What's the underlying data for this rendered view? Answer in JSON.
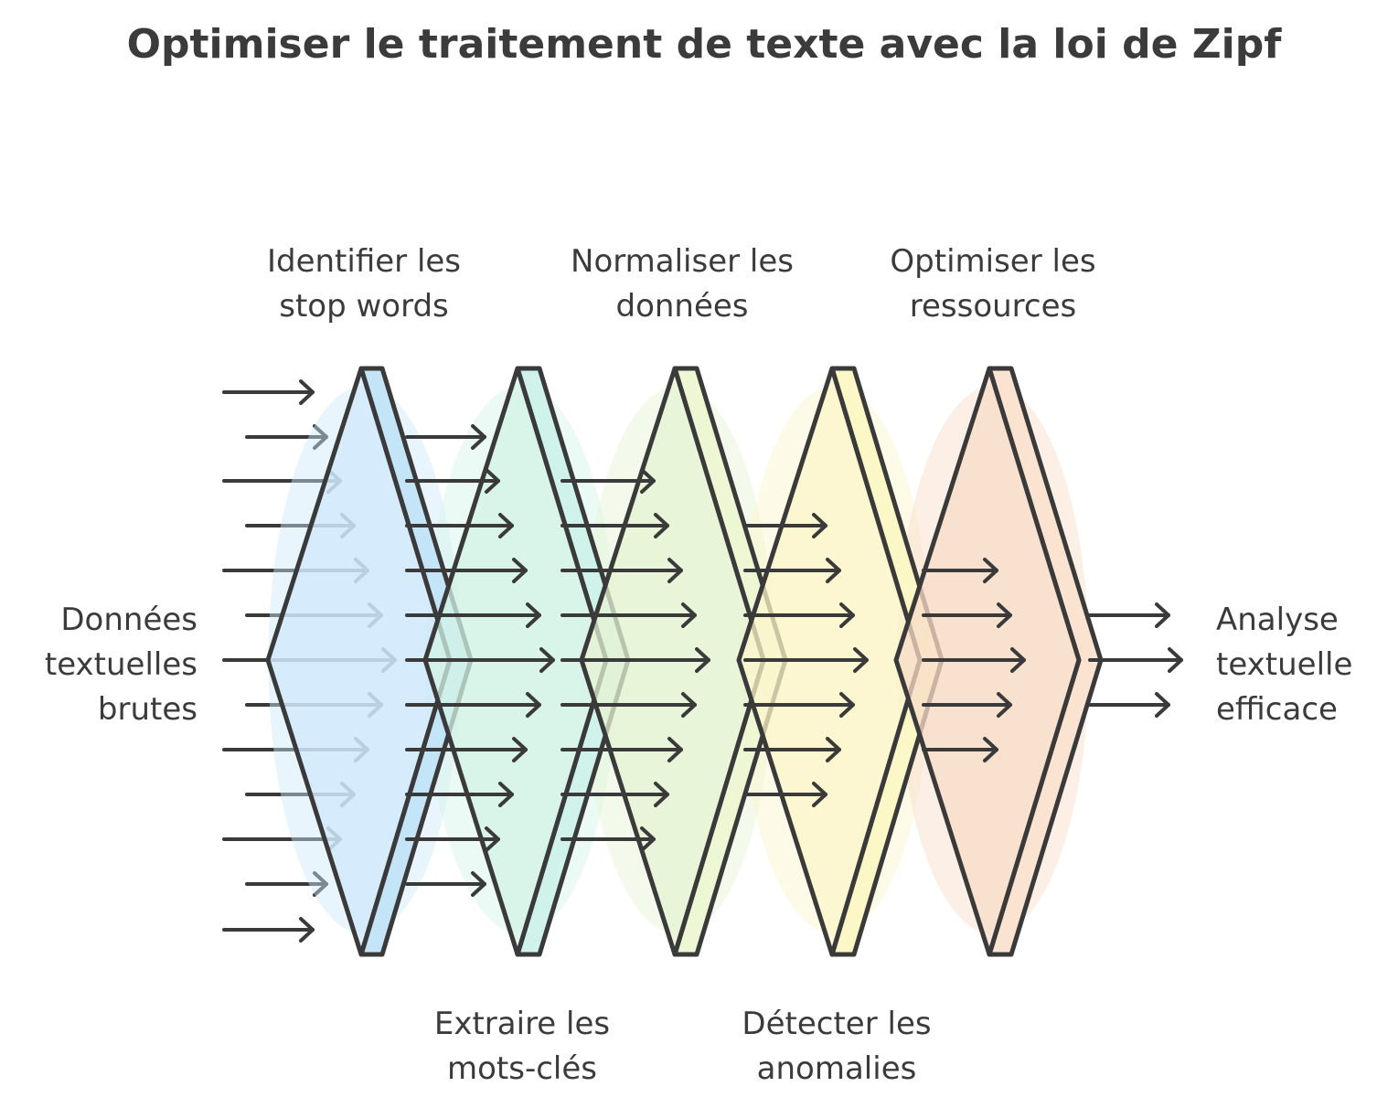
{
  "title": "Optimiser le traitement de texte avec la loi de Zipf",
  "input": {
    "line1": "Données",
    "line2": "textuelles",
    "line3": "brutes"
  },
  "output": {
    "line1": "Analyse",
    "line2": "textuelle",
    "line3": "efficace"
  },
  "stages": [
    {
      "line1": "Identifier les",
      "line2": "stop words",
      "fill": "#cfe8fb",
      "edge": "#c4e5f7",
      "label_position": "top"
    },
    {
      "line1": "Extraire les",
      "line2": "mots-clés",
      "fill": "#d3f3e6",
      "edge": "#cff3ea",
      "label_position": "bottom"
    },
    {
      "line1": "Normaliser les",
      "line2": "données",
      "fill": "#e6f3d3",
      "edge": "#eef7d3",
      "label_position": "top"
    },
    {
      "line1": "Détecter les",
      "line2": "anomalies",
      "fill": "#fbf5c9",
      "edge": "#fbf7c6",
      "label_position": "bottom"
    },
    {
      "line1": "Optimiser les",
      "line2": "ressources",
      "fill": "#f8dcc8",
      "edge": "#fbe3d2",
      "label_position": "top"
    }
  ],
  "stroke_color": "#3a3a3a"
}
